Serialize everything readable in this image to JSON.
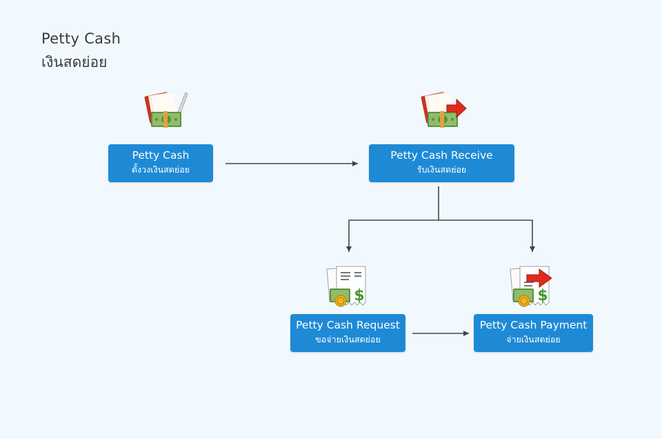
{
  "header": {
    "title": "Petty Cash",
    "subtitle": "เงินสดย่อย"
  },
  "nodes": [
    {
      "id": "petty-cash",
      "label": "Petty Cash",
      "sublabel": "ตั้งวงเงินสดย่อย",
      "icon": "book-money-pen-icon"
    },
    {
      "id": "petty-cash-receive",
      "label": "Petty Cash Receive",
      "sublabel": "รับเงินสดย่อย",
      "icon": "book-money-arrow-icon"
    },
    {
      "id": "petty-cash-request",
      "label": "Petty Cash Request",
      "sublabel": "ขอจ่ายเงินสดย่อย",
      "icon": "receipt-coins-icon"
    },
    {
      "id": "petty-cash-payment",
      "label": "Petty Cash Payment",
      "sublabel": "จ่ายเงินสดย่อย",
      "icon": "receipt-coins-arrow-icon"
    }
  ],
  "edges": [
    {
      "from": "petty-cash",
      "to": "petty-cash-receive"
    },
    {
      "from": "petty-cash-receive",
      "to": "petty-cash-request"
    },
    {
      "from": "petty-cash-receive",
      "to": "petty-cash-payment"
    },
    {
      "from": "petty-cash-request",
      "to": "petty-cash-payment"
    }
  ],
  "colors": {
    "node_fill": "#1e8ad6",
    "connector": "#444444",
    "background": "#f2f9fe"
  }
}
